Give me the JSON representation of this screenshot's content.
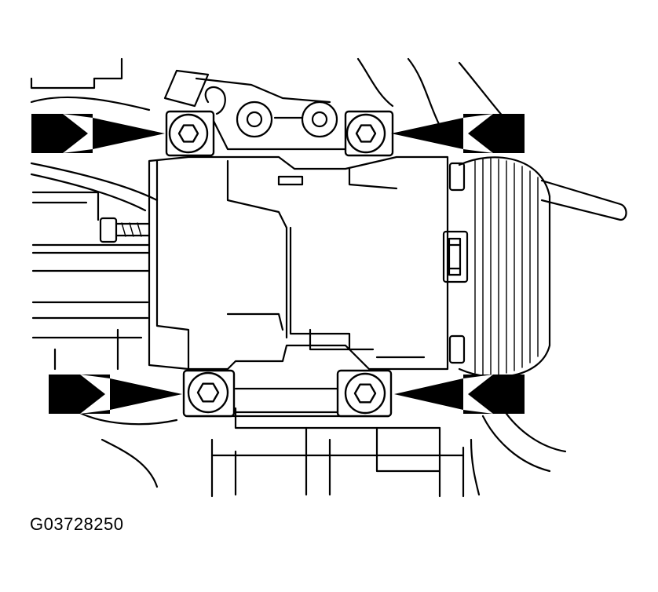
{
  "figure_id": "G03728250",
  "arrows": [
    {
      "name": "arrow-upper-left",
      "points_to": "bolt-upper-left"
    },
    {
      "name": "arrow-upper-right",
      "points_to": "bolt-upper-right"
    },
    {
      "name": "arrow-lower-left",
      "points_to": "bolt-lower-left"
    },
    {
      "name": "arrow-lower-right",
      "points_to": "bolt-lower-right"
    }
  ],
  "colors": {
    "line": "#000000",
    "background": "#ffffff"
  }
}
